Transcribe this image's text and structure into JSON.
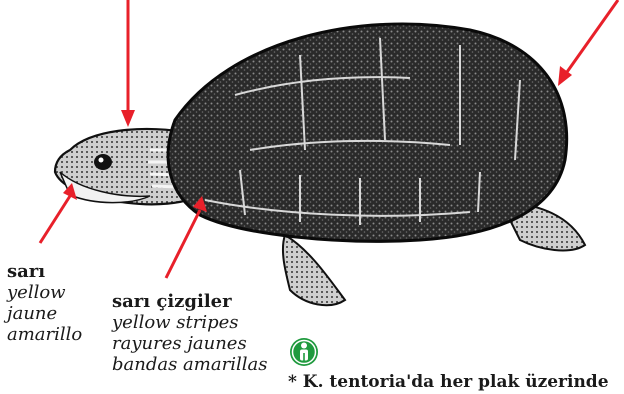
{
  "labels": {
    "yellow": {
      "title": "sarı",
      "lines": [
        "yellow",
        "jaune",
        "amarillo"
      ]
    },
    "stripes": {
      "title": "sarı çizgiler",
      "lines": [
        "yellow stripes",
        "rayures jaunes",
        "bandas amarillas"
      ]
    }
  },
  "footnote": "* K. tentoria'da her plak üzerinde",
  "colors": {
    "arrow": "#e8202a",
    "ink": "#1a1a1a",
    "icon": "#1f9a3e"
  },
  "icons": {
    "info": "person-in-circle-icon"
  }
}
